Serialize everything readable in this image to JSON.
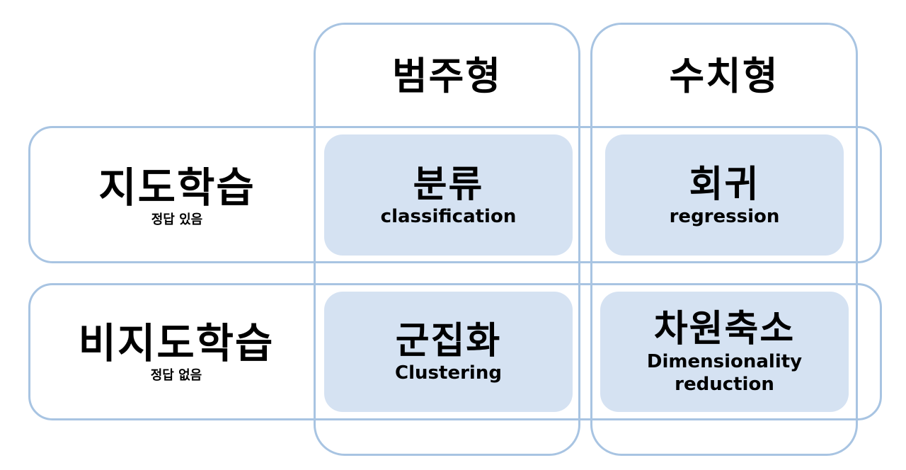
{
  "columns": {
    "categorical": "범주형",
    "numerical": "수치형"
  },
  "rows": {
    "supervised": {
      "title": "지도학습",
      "subtitle": "정답 있음"
    },
    "unsupervised": {
      "title": "비지도학습",
      "subtitle": "정답 없음"
    }
  },
  "cells": {
    "classification": {
      "ko": "분류",
      "en": "classification"
    },
    "regression": {
      "ko": "회귀",
      "en": "regression"
    },
    "clustering": {
      "ko": "군집화",
      "en": "Clustering"
    },
    "dimensionality_reduction": {
      "ko": "차원축소",
      "en_line1": "Dimensionality",
      "en_line2": "reduction"
    }
  },
  "colors": {
    "frame_border": "#a8c4e2",
    "cell_fill": "#d5e2f2",
    "text": "#000000"
  }
}
